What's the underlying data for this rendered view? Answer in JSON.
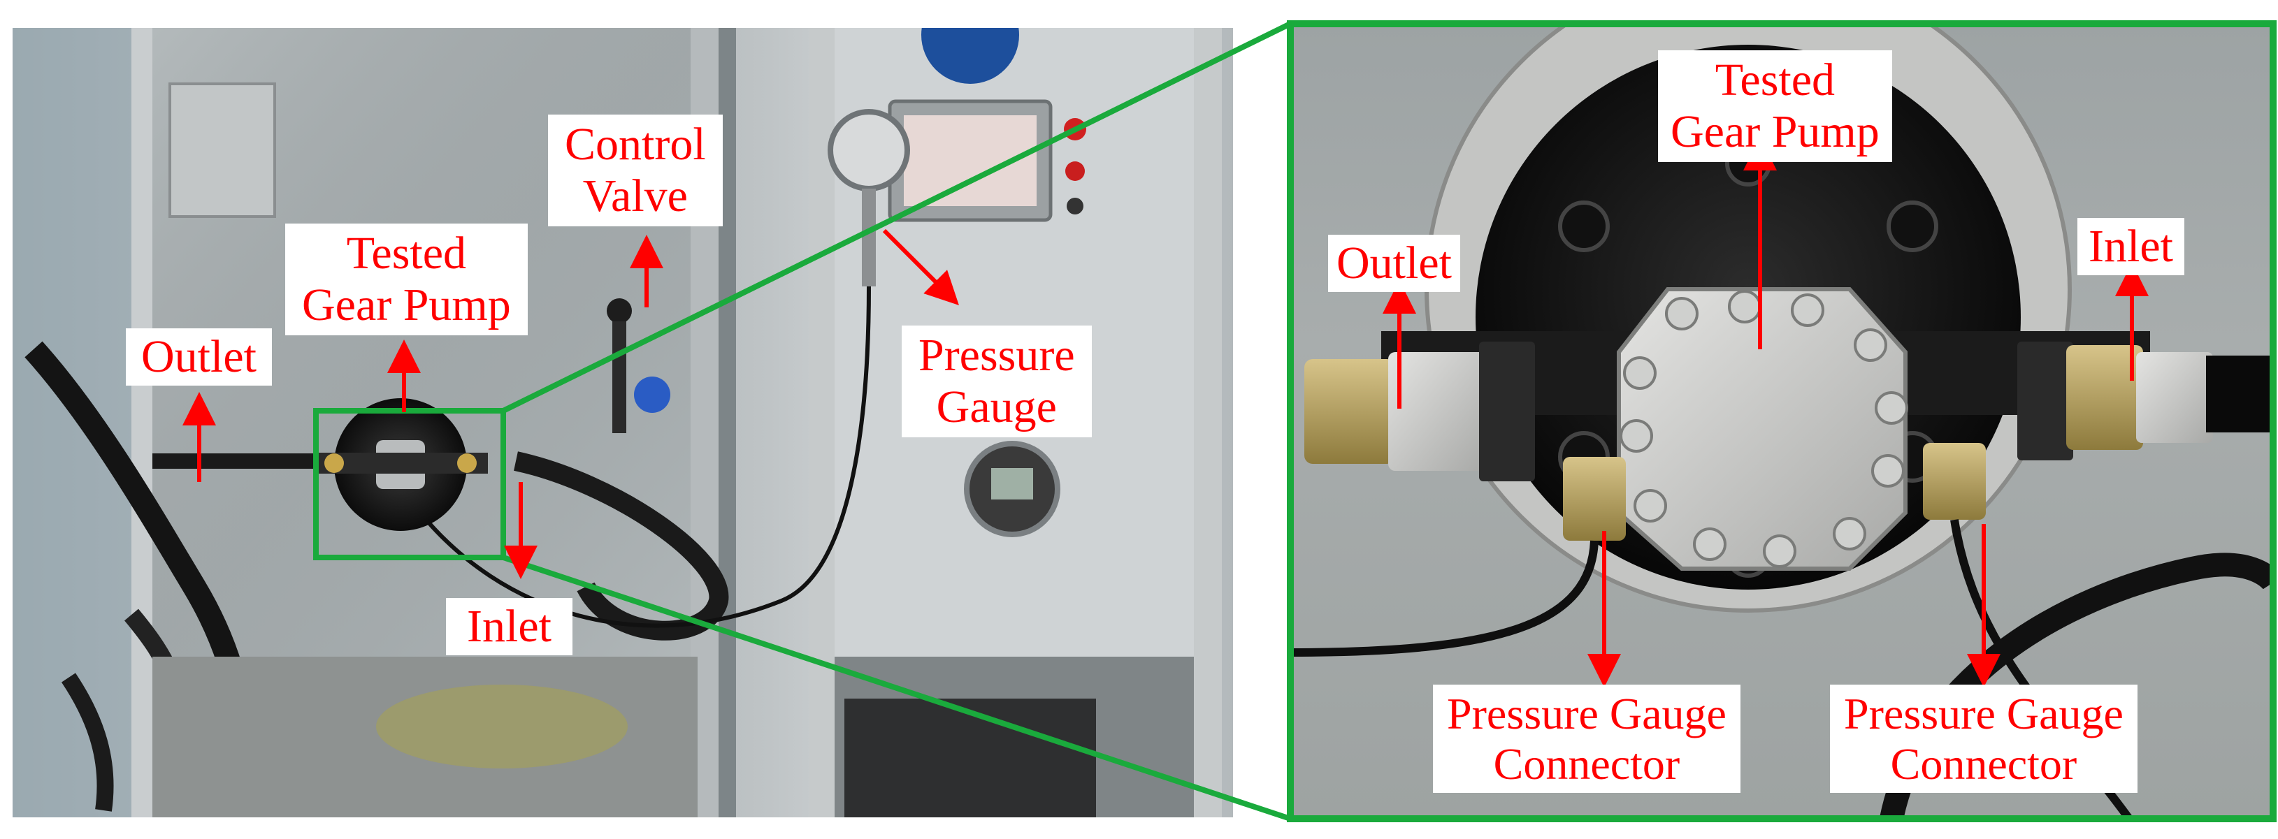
{
  "figure": {
    "left_photo": {
      "labels": {
        "outlet": "Outlet",
        "tested_pump_line1": "Tested",
        "tested_pump_line2": "Gear Pump",
        "control_valve_line1": "Control",
        "control_valve_line2": "Valve",
        "pressure_gauge_line1": "Pressure",
        "pressure_gauge_line2": "Gauge",
        "inlet": "Inlet"
      }
    },
    "right_photo": {
      "labels": {
        "outlet": "Outlet",
        "tested_pump_line1": "Tested",
        "tested_pump_line2": "Gear Pump",
        "inlet": "Inlet",
        "connector_left_line1": "Pressure Gauge",
        "connector_left_line2": "Connector",
        "connector_right_line1": "Pressure Gauge",
        "connector_right_line2": "Connector"
      }
    },
    "colors": {
      "label_text": "#ff0000",
      "arrow": "#ff0000",
      "zoom_frame": "#1aaa3c",
      "label_background": "#ffffff"
    },
    "icons": [
      "arrow-up-icon",
      "arrow-down-icon",
      "arrow-diagonal-icon"
    ]
  }
}
